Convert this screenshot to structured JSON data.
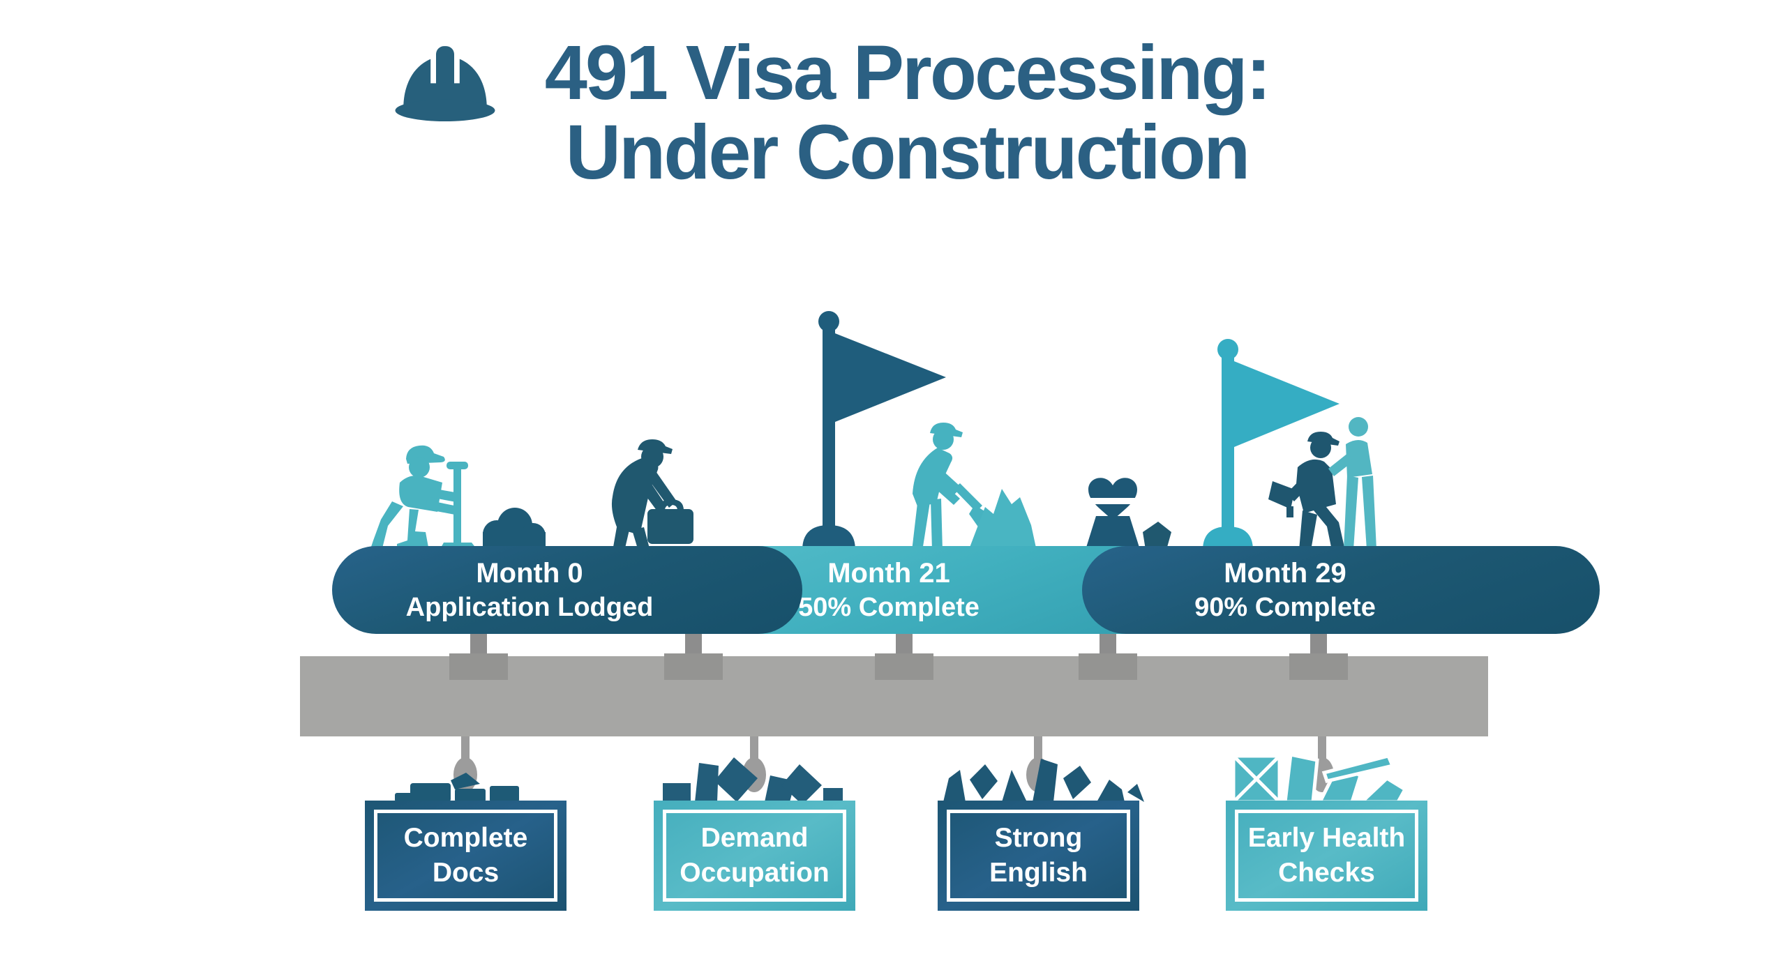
{
  "title": {
    "line1": "491 Visa Processing:",
    "line2": "Under Construction"
  },
  "timeline": {
    "milestones": [
      {
        "line1": "Month 0",
        "line2": "Application Lodged",
        "variant": "dark"
      },
      {
        "line1": "Month 21",
        "line2": "50% Complete",
        "variant": "light"
      },
      {
        "line1": "Month 29",
        "line2": "90% Complete",
        "variant": "dark"
      }
    ]
  },
  "requirements": [
    {
      "line1": "Complete",
      "line2": "Docs",
      "variant": "dark"
    },
    {
      "line1": "Demand",
      "line2": "Occupation",
      "variant": "light"
    },
    {
      "line1": "Strong",
      "line2": "English",
      "variant": "dark"
    },
    {
      "line1": "Early Health",
      "line2": "Checks",
      "variant": "light"
    }
  ],
  "colors": {
    "dark_teal": "#1e5a76",
    "light_teal": "#41b1c0",
    "title_teal": "#2b6083",
    "beam_gray": "#a6a6a4",
    "hardware_gray": "#949492",
    "pendant_gray": "#9c9c9c",
    "text_white": "#ffffff"
  },
  "scene": {
    "figures": [
      "hard-hat-icon",
      "kneeling-driller-worker-icon",
      "rubble-mound-icon",
      "bending-worker-toolbox-icon",
      "milestone-flag-dark-icon",
      "shoveling-worker-icon",
      "sand-pile-icon",
      "heart-monument-icon",
      "rock-icon",
      "goal-flag-light-icon",
      "megaphone-worker-icon",
      "standing-helper-worker-icon",
      "debris-blocks-icon",
      "debris-bricks-icon",
      "debris-shards-icon",
      "debris-glass-icon"
    ]
  }
}
